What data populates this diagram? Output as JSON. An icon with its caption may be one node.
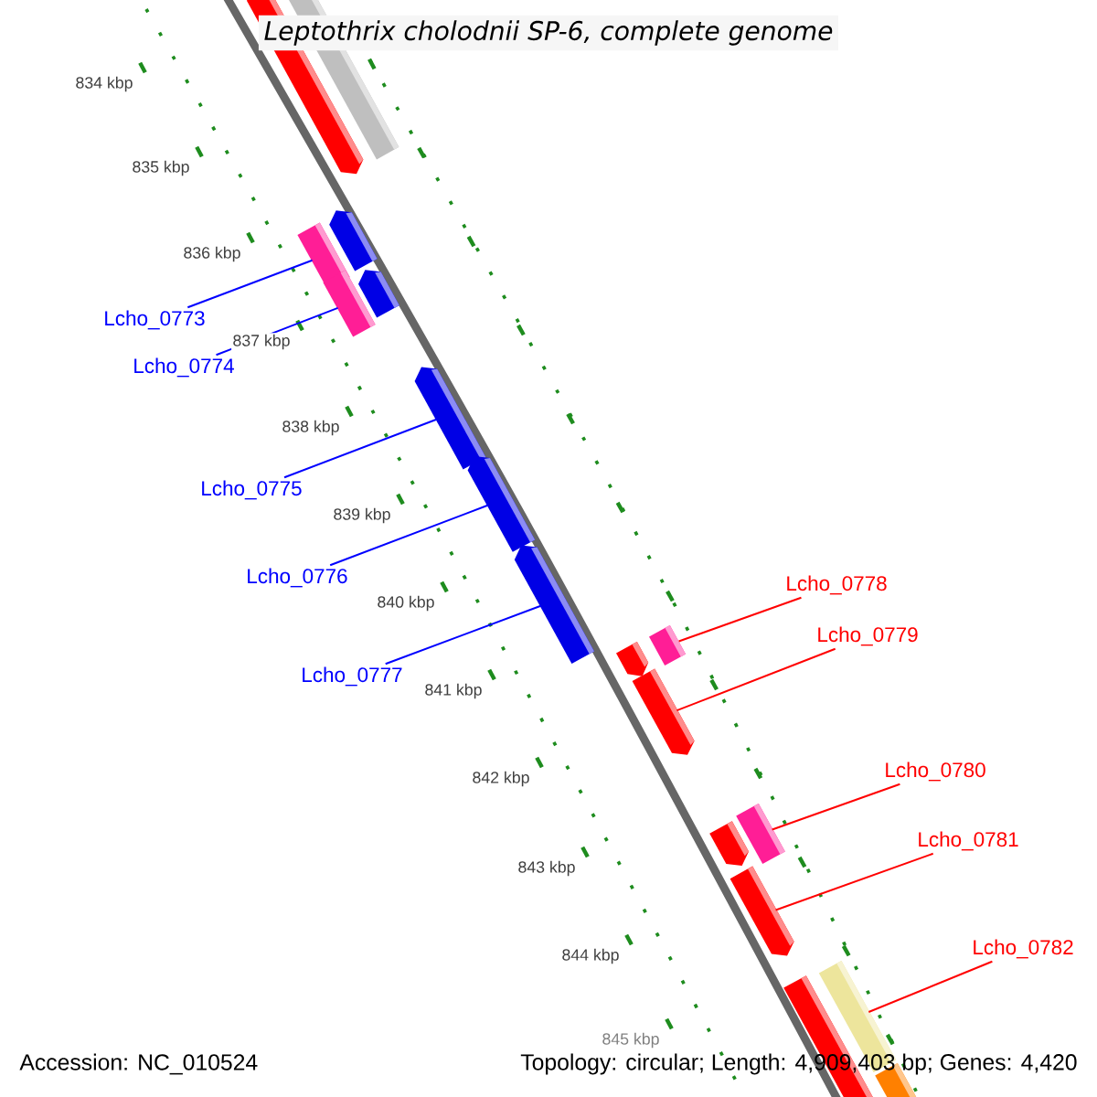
{
  "diagram": {
    "title": "Leptothrix cholodnii SP-6, complete genome",
    "nodes": [
      {
        "text": [
          "Lcho_0773"
        ]
      },
      {
        "text": [
          "Lcho_0774"
        ]
      },
      {
        "text": [
          "Lcho_0775"
        ]
      },
      {
        "text": [
          "Lcho_0776"
        ]
      },
      {
        "text": [
          "Lcho_0777"
        ]
      },
      {
        "text": [
          "Lcho_0778"
        ]
      },
      {
        "text": [
          "Lcho_0779"
        ]
      },
      {
        "text": [
          "Lcho_0780"
        ]
      },
      {
        "text": [
          "Lcho_0781"
        ]
      },
      {
        "text": [
          "Lcho_0782"
        ]
      },
      {
        "text": [],
        "shape": "bar"
      },
      {
        "text": [],
        "shape": "bar"
      },
      {
        "text": [],
        "shape": "bar"
      },
      {
        "text": [],
        "shape": "bar"
      },
      {
        "text": [],
        "shape": "bar"
      },
      {
        "text": [],
        "shape": "bar"
      },
      {
        "text": [],
        "shape": "bar"
      },
      {
        "text": [],
        "shape": "bar"
      },
      {
        "text": [],
        "shape": "bar"
      },
      {
        "text": [],
        "shape": "bar"
      },
      {
        "text": [],
        "shape": "bar"
      },
      {
        "text": [],
        "shape": "bar"
      },
      {
        "text": [],
        "shape": "bar"
      },
      {
        "text": [],
        "shape": "bar"
      },
      {
        "text": [],
        "shape": "bar"
      },
      {
        "text": [],
        "shape": "bar"
      },
      {
        "text": [],
        "shape": "bar"
      },
      {
        "text": [],
        "shape": "bar"
      }
    ],
    "edges": [
      {
        "from": 0,
        "to": 10,
        "arrow": "none",
        "color": "#0000ff"
      },
      {
        "from": 1,
        "to": 11,
        "arrow": "none",
        "color": "#0000ff"
      },
      {
        "from": 2,
        "to": 12,
        "arrow": "none",
        "color": "#0000ff"
      },
      {
        "from": 3,
        "to": 13,
        "arrow": "none",
        "color": "#0000ff"
      },
      {
        "from": 4,
        "to": 14,
        "arrow": "none",
        "color": "#0000ff"
      },
      {
        "from": 5,
        "to": 15,
        "arrow": "none",
        "color": "#ff0000"
      },
      {
        "from": 6,
        "to": 16,
        "arrow": "none",
        "color": "#ff0000"
      },
      {
        "from": 7,
        "to": 17,
        "arrow": "none",
        "color": "#ff0000"
      },
      {
        "from": 8,
        "to": 18,
        "arrow": "none",
        "color": "#ff0000"
      },
      {
        "from": 9,
        "to": 19,
        "arrow": "none",
        "color": "#ff0000"
      }
    ],
    "labels": [
      "834 kbp",
      "835 kbp",
      "836 kbp",
      "837 kbp",
      "838 kbp",
      "839 kbp",
      "840 kbp",
      "841 kbp",
      "842 kbp",
      "843 kbp",
      "844 kbp",
      "845 kbp",
      "Accession: NC_010524",
      "Topology: circular; Length: 4,909,403 bp; Genes: 4,420"
    ]
  }
}
